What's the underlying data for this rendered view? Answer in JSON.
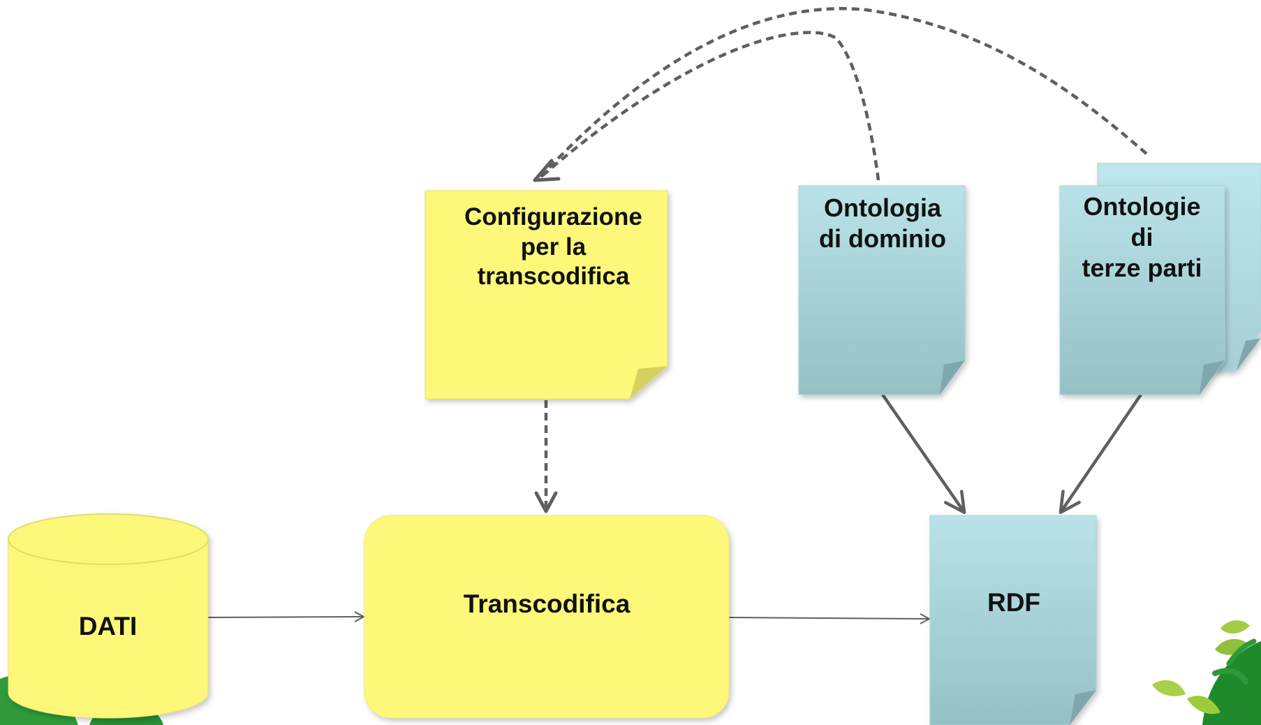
{
  "diagram": {
    "nodes": {
      "config": {
        "label": "Configurazione\nper la\ntranscodifica",
        "shape": "sticky-note",
        "color": "#fdf87a"
      },
      "dominio": {
        "label": "Ontologia\ndi dominio",
        "shape": "document",
        "color": "#b7e0e6"
      },
      "terze": {
        "label": "Ontologie\ndi\nterze parti",
        "shape": "stacked-documents",
        "color": "#b7e0e6"
      },
      "transcodifica": {
        "label": "Transcodifica",
        "shape": "rounded-rectangle",
        "color": "#fdf87a"
      },
      "dati": {
        "label": "DATI",
        "shape": "database-cylinder",
        "color": "#fdf87a"
      },
      "rdf": {
        "label": "RDF",
        "shape": "document",
        "color": "#b7e0e6"
      }
    },
    "edges": [
      {
        "from": "dati",
        "to": "transcodifica",
        "style": "solid-thin"
      },
      {
        "from": "transcodifica",
        "to": "rdf",
        "style": "solid-thin"
      },
      {
        "from": "config",
        "to": "transcodifica",
        "style": "dashed"
      },
      {
        "from": "dominio",
        "to": "config",
        "style": "dashed-curved"
      },
      {
        "from": "terze",
        "to": "config",
        "style": "dashed-curved"
      },
      {
        "from": "dominio",
        "to": "rdf",
        "style": "solid-thick"
      },
      {
        "from": "terze",
        "to": "rdf",
        "style": "solid-thick"
      }
    ]
  },
  "colors": {
    "yellow_fill": "#fdf87a",
    "blue_fill_top": "#b9e3e9",
    "blue_fill_bottom": "#95c0c6",
    "arrow_gray": "#5f5f5f",
    "decor_green": "#2e9a3a"
  },
  "decorations": [
    "green-leaf-icon",
    "green-plant-icon"
  ]
}
